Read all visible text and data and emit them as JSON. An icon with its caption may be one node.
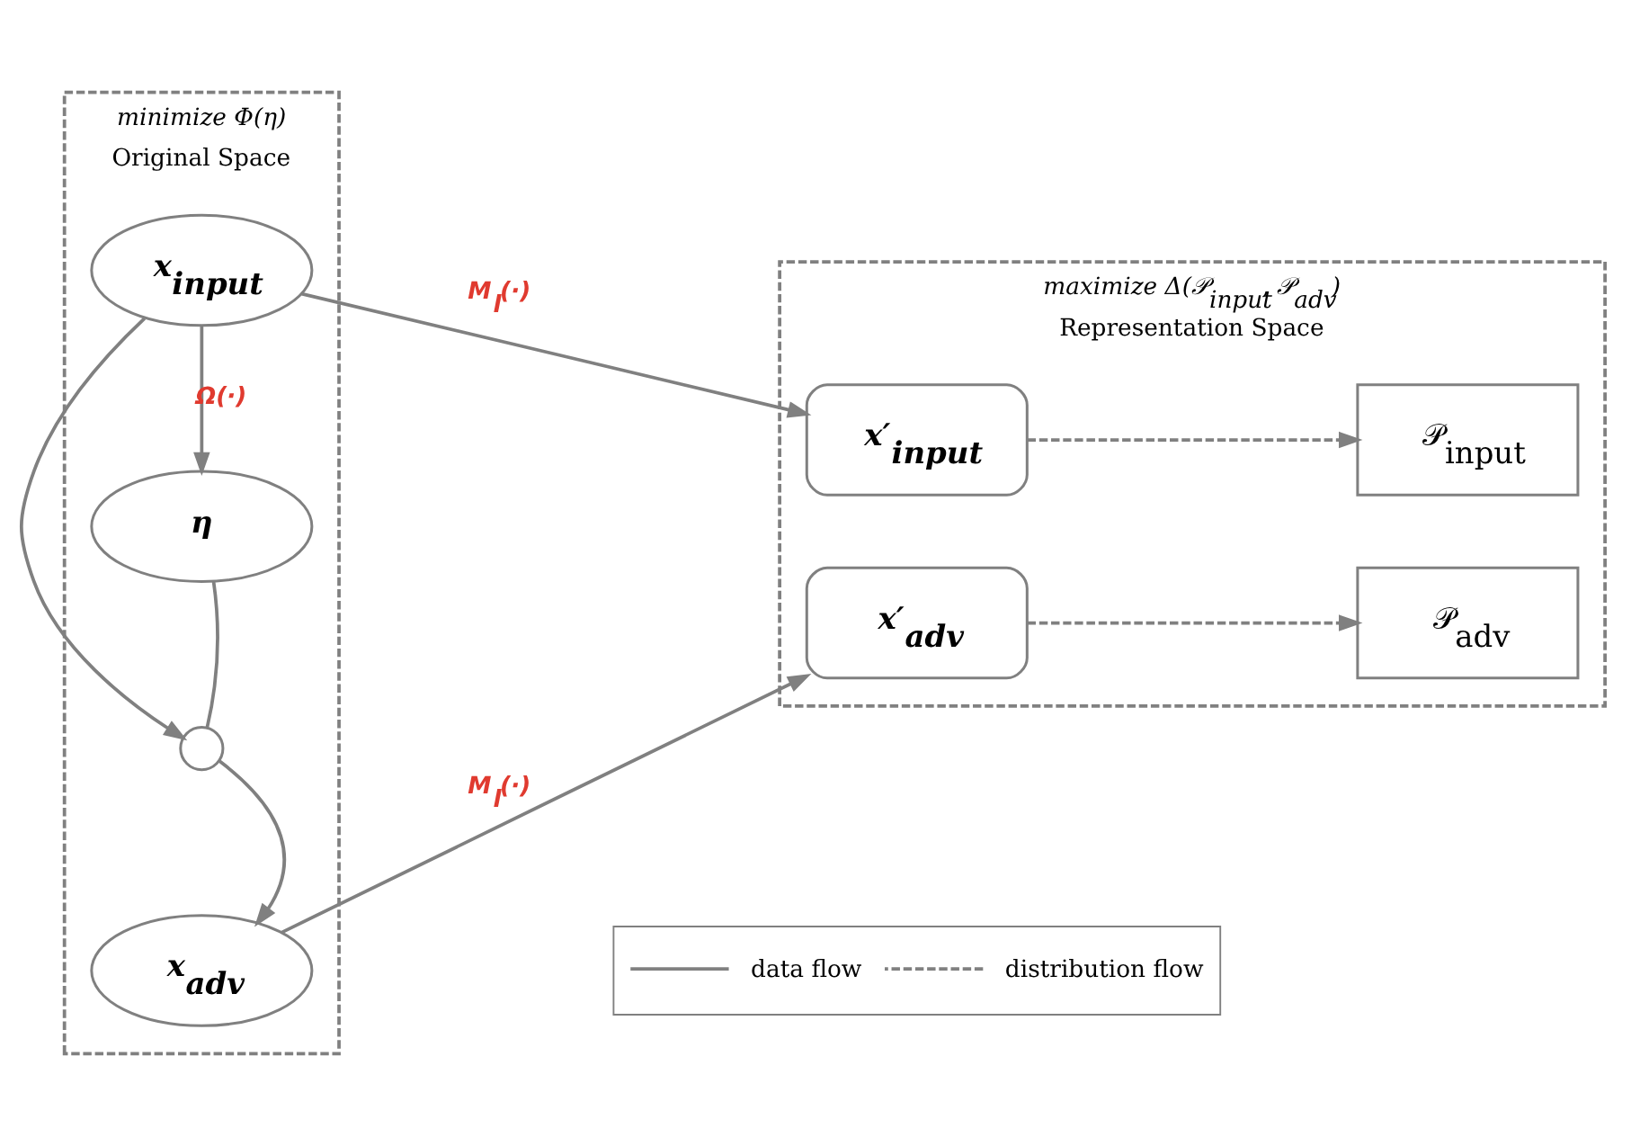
{
  "diagram": {
    "nodes": [
      {
        "text": [
          "minimize Φ(η)",
          "Original Space"
        ]
      },
      {
        "text": [
          "x$_{input}$"
        ],
        "in": 0
      },
      {
        "text": [
          "η"
        ],
        "in": 0
      },
      {
        "text": [],
        "shape": "circle",
        "in": 0
      },
      {
        "text": [
          "x$_{adv}$"
        ],
        "in": 0
      },
      {
        "text": [
          "maximize Δ(𝒫$_{input}$, 𝒫$_{adv}$)",
          "Representation Space"
        ]
      },
      {
        "text": [
          "x′$_{input}$"
        ],
        "in": 5
      },
      {
        "text": [
          "𝒫$_{input}$"
        ],
        "in": 5
      },
      {
        "text": [
          "x′$_{adv}$"
        ],
        "in": 5
      },
      {
        "text": [
          "𝒫$_{adv}$"
        ],
        "in": 5
      }
    ],
    "edges": [
      {
        "from": 1,
        "to": 6,
        "arrow": "to",
        "label": "M$_{l}$(·)"
      },
      {
        "from": 1,
        "to": 2,
        "arrow": "to",
        "label": "Ω(·)"
      },
      {
        "from": 1,
        "to": 3,
        "arrow": "to"
      },
      {
        "from": 2,
        "to": 3,
        "arrow": "none"
      },
      {
        "from": 3,
        "to": 4,
        "arrow": "to"
      },
      {
        "from": 4,
        "to": 8,
        "arrow": "to",
        "label": "M$_{l}$(·)"
      },
      {
        "from": 6,
        "to": 7,
        "arrow": "to",
        "style": "dashed"
      },
      {
        "from": 8,
        "to": 9,
        "arrow": "to",
        "style": "dashed"
      }
    ],
    "legend": [
      {
        "text": "data flow"
      },
      {
        "text": "distribution flow"
      }
    ]
  }
}
